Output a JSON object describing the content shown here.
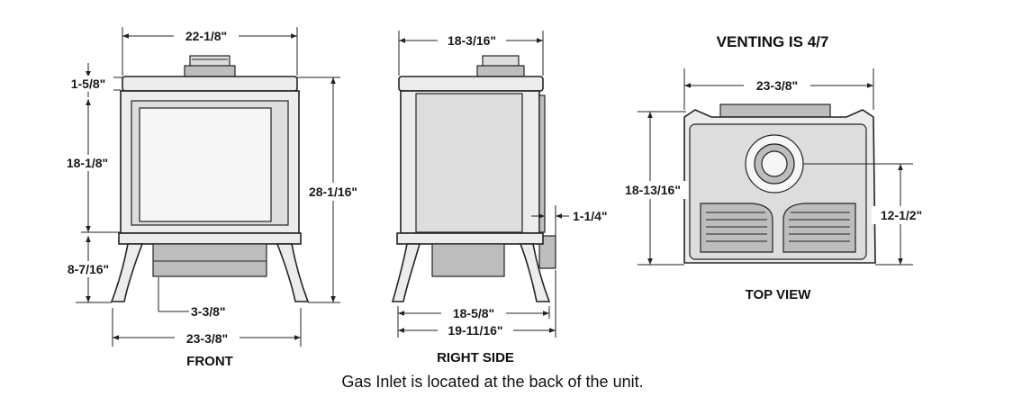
{
  "views": {
    "front": {
      "label": "FRONT",
      "dims": {
        "top_width": "22-1/8\"",
        "top_thickness": "1-5/8\"",
        "glass_height": "18-1/8\"",
        "overall_height": "28-1/16\"",
        "leg_height": "8-7/16\"",
        "inlet_offset": "3-3/8\"",
        "base_width": "23-3/8\""
      }
    },
    "side": {
      "label": "RIGHT SIDE",
      "dims": {
        "top_depth": "18-3/16\"",
        "inlet_projection": "1-1/4\"",
        "leg_depth": "18-5/8\"",
        "overall_depth": "19-11/16\""
      }
    },
    "top": {
      "label": "TOP VIEW",
      "title": "VENTING IS 4/7",
      "dims": {
        "width": "23-3/8\"",
        "depth": "18-13/16\"",
        "vent_center": "12-1/2\""
      }
    }
  },
  "caption": "Gas Inlet is located at the back of the unit."
}
